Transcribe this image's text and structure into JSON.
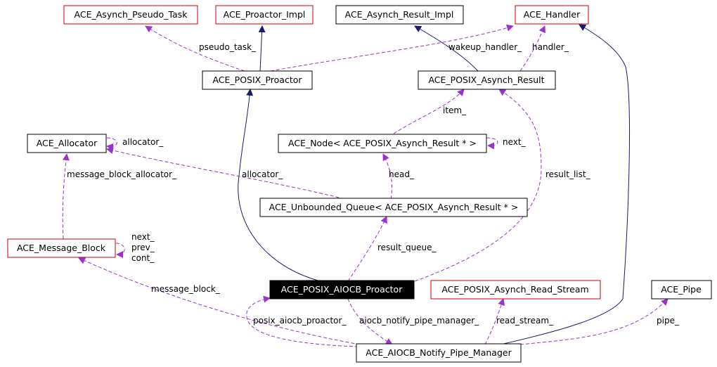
{
  "colors": {
    "background": "#ffffff",
    "border_default": "#000000",
    "border_external": "#d00000",
    "border_focus": "#000000",
    "focus_fill": "#000000",
    "focus_text": "#ffffff",
    "text": "#000000",
    "inheritance_edge": "#191970",
    "usage_edge": "#9a32cd"
  },
  "nodes": {
    "asynch_pseudo_task": "ACE_Asynch_Pseudo_Task",
    "proactor_impl": "ACE_Proactor_Impl",
    "asynch_result_impl": "ACE_Asynch_Result_Impl",
    "handler": "ACE_Handler",
    "posix_proactor": "ACE_POSIX_Proactor",
    "posix_asynch_result": "ACE_POSIX_Asynch_Result",
    "allocator": "ACE_Allocator",
    "node_result": "ACE_Node< ACE_POSIX_Asynch_Result * >",
    "unbounded_queue": "ACE_Unbounded_Queue< ACE_POSIX_Asynch_Result * >",
    "message_block": "ACE_Message_Block",
    "posix_aiocb_proactor": "ACE_POSIX_AIOCB_Proactor",
    "posix_asynch_read_stream": "ACE_POSIX_Asynch_Read_Stream",
    "pipe": "ACE_Pipe",
    "aiocb_notify_pipe_manager": "ACE_AIOCB_Notify_Pipe_Manager"
  },
  "labels": {
    "pseudo_task": "pseudo_task_",
    "wakeup_handler": "wakeup_handler_",
    "handler": "handler_",
    "item": "item_",
    "allocator_self": "allocator_",
    "next_node": "next_",
    "message_block_allocator": "message_block_allocator_",
    "allocator_queue": "allocator_",
    "head": "head_",
    "result_list": "result_list_",
    "next_mb": "next_",
    "prev_mb": "prev_",
    "cont_mb": "cont_",
    "result_queue": "result_queue_",
    "message_block": "message_block_",
    "posix_aiocb_proactor": "posix_aiocb_proactor_",
    "aiocb_notify_pipe_manager": "aiocb_notify_pipe_manager_",
    "read_stream": "read_stream_",
    "pipe": "pipe_"
  }
}
